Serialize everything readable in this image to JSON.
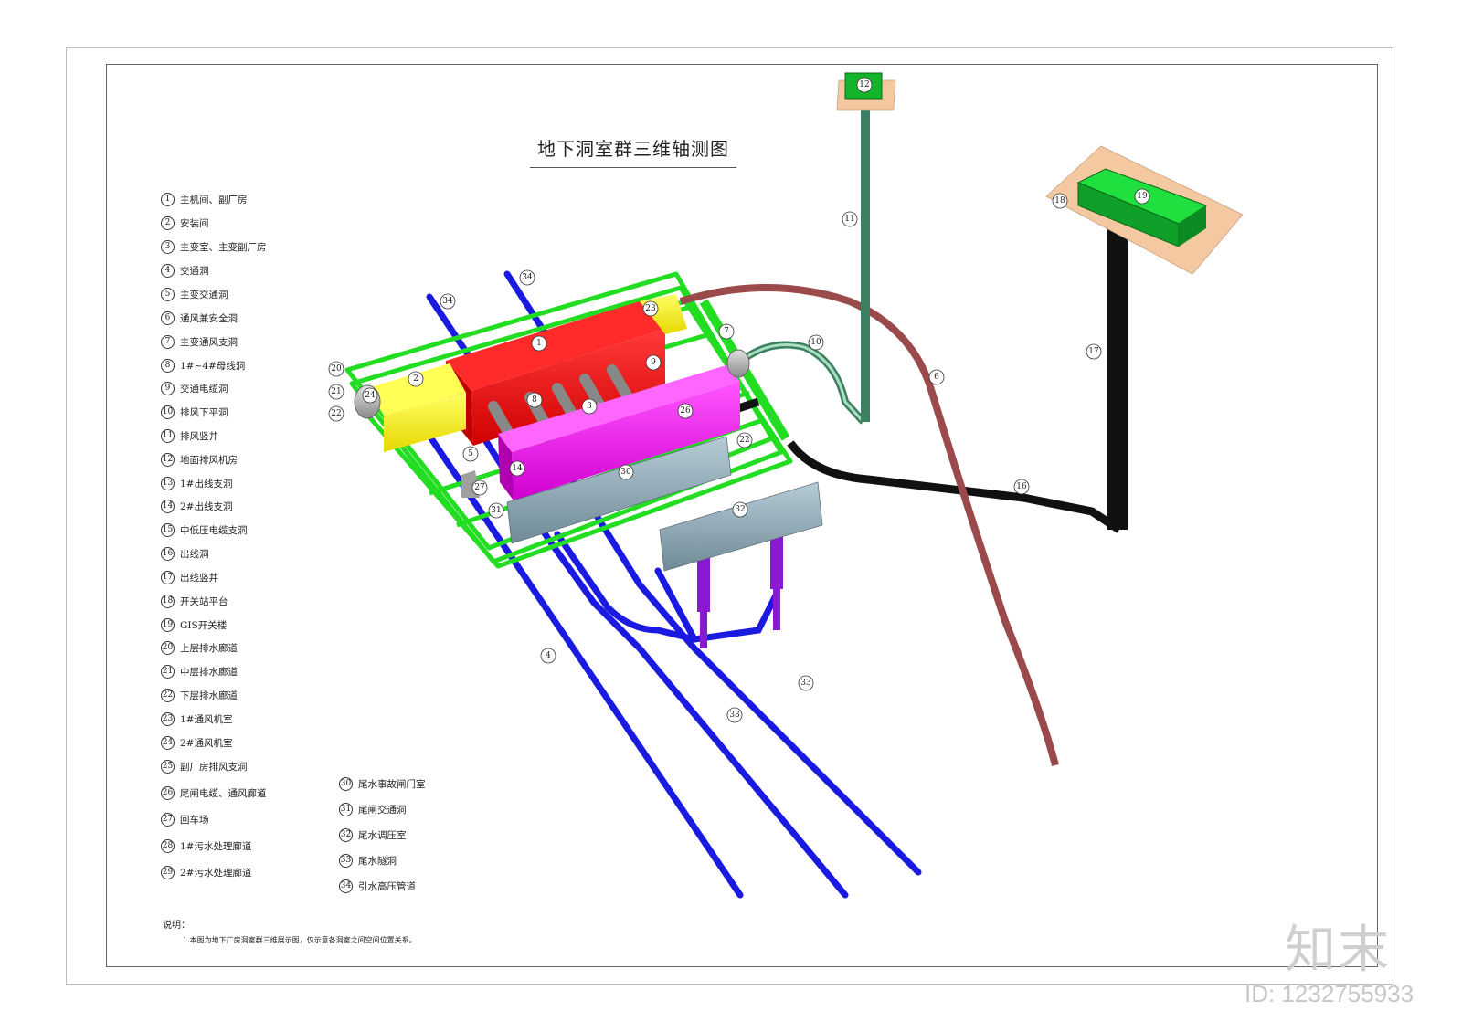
{
  "title": "地下洞室群三维轴测图",
  "legend": [
    {
      "num": "1",
      "label": "主机间、副厂房"
    },
    {
      "num": "2",
      "label": "安装间"
    },
    {
      "num": "3",
      "label": "主变室、主变副厂房"
    },
    {
      "num": "4",
      "label": "交通洞"
    },
    {
      "num": "5",
      "label": "主变交通洞"
    },
    {
      "num": "6",
      "label": "通风兼安全洞"
    },
    {
      "num": "7",
      "label": "主变通风支洞"
    },
    {
      "num": "8",
      "label": "1#~4#母线洞"
    },
    {
      "num": "9",
      "label": "交通电缆洞"
    },
    {
      "num": "10",
      "label": "排风下平洞"
    },
    {
      "num": "11",
      "label": "排风竖井"
    },
    {
      "num": "12",
      "label": "地面排风机房"
    },
    {
      "num": "13",
      "label": "1#出线支洞"
    },
    {
      "num": "14",
      "label": "2#出线支洞"
    },
    {
      "num": "15",
      "label": "中低压电缆支洞"
    },
    {
      "num": "16",
      "label": "出线洞"
    },
    {
      "num": "17",
      "label": "出线竖井"
    },
    {
      "num": "18",
      "label": "开关站平台"
    },
    {
      "num": "19",
      "label": "GIS开关楼"
    },
    {
      "num": "20",
      "label": "上层排水廊道"
    },
    {
      "num": "21",
      "label": "中层排水廊道"
    },
    {
      "num": "22",
      "label": "下层排水廊道"
    },
    {
      "num": "23",
      "label": "1#通风机室"
    },
    {
      "num": "24",
      "label": "2#通风机室"
    },
    {
      "num": "25",
      "label": "副厂房排风支洞"
    },
    {
      "num": "26",
      "label": "尾闸电缆、通风廊道"
    },
    {
      "num": "27",
      "label": "回车场"
    },
    {
      "num": "28",
      "label": "1#污水处理廊道"
    },
    {
      "num": "29",
      "label": "2#污水处理廊道"
    },
    {
      "num": "30",
      "label": "尾水事故闸门室"
    },
    {
      "num": "31",
      "label": "尾闸交通洞"
    },
    {
      "num": "32",
      "label": "尾水调压室"
    },
    {
      "num": "33",
      "label": "尾水隧洞"
    },
    {
      "num": "34",
      "label": "引水高压管道"
    }
  ],
  "note": {
    "heading": "说明：",
    "text": "1.本图为地下厂房洞室群三维展示图，仅示意各洞室之间空间位置关系。"
  },
  "diagram": {
    "callouts": [
      "1",
      "2",
      "3",
      "4",
      "5",
      "6",
      "7",
      "8",
      "9",
      "10",
      "11",
      "12",
      "14",
      "16",
      "17",
      "18",
      "19",
      "20",
      "21",
      "22",
      "22",
      "23",
      "24",
      "26",
      "27",
      "30",
      "31",
      "32",
      "33",
      "33",
      "34",
      "34"
    ]
  },
  "watermark": {
    "brand": "知末",
    "id": "ID: 1232755933"
  },
  "colors": {
    "red": "#ff0000",
    "yellow": "#ffff00",
    "magenta": "#ff00ff",
    "green": "#22dd22",
    "blue": "#1a1ae0",
    "brown": "#9a4a4a",
    "black": "#111111",
    "teal": "#3d7f63",
    "steel": "#8aa4b0",
    "purple": "#8a1ad0"
  }
}
